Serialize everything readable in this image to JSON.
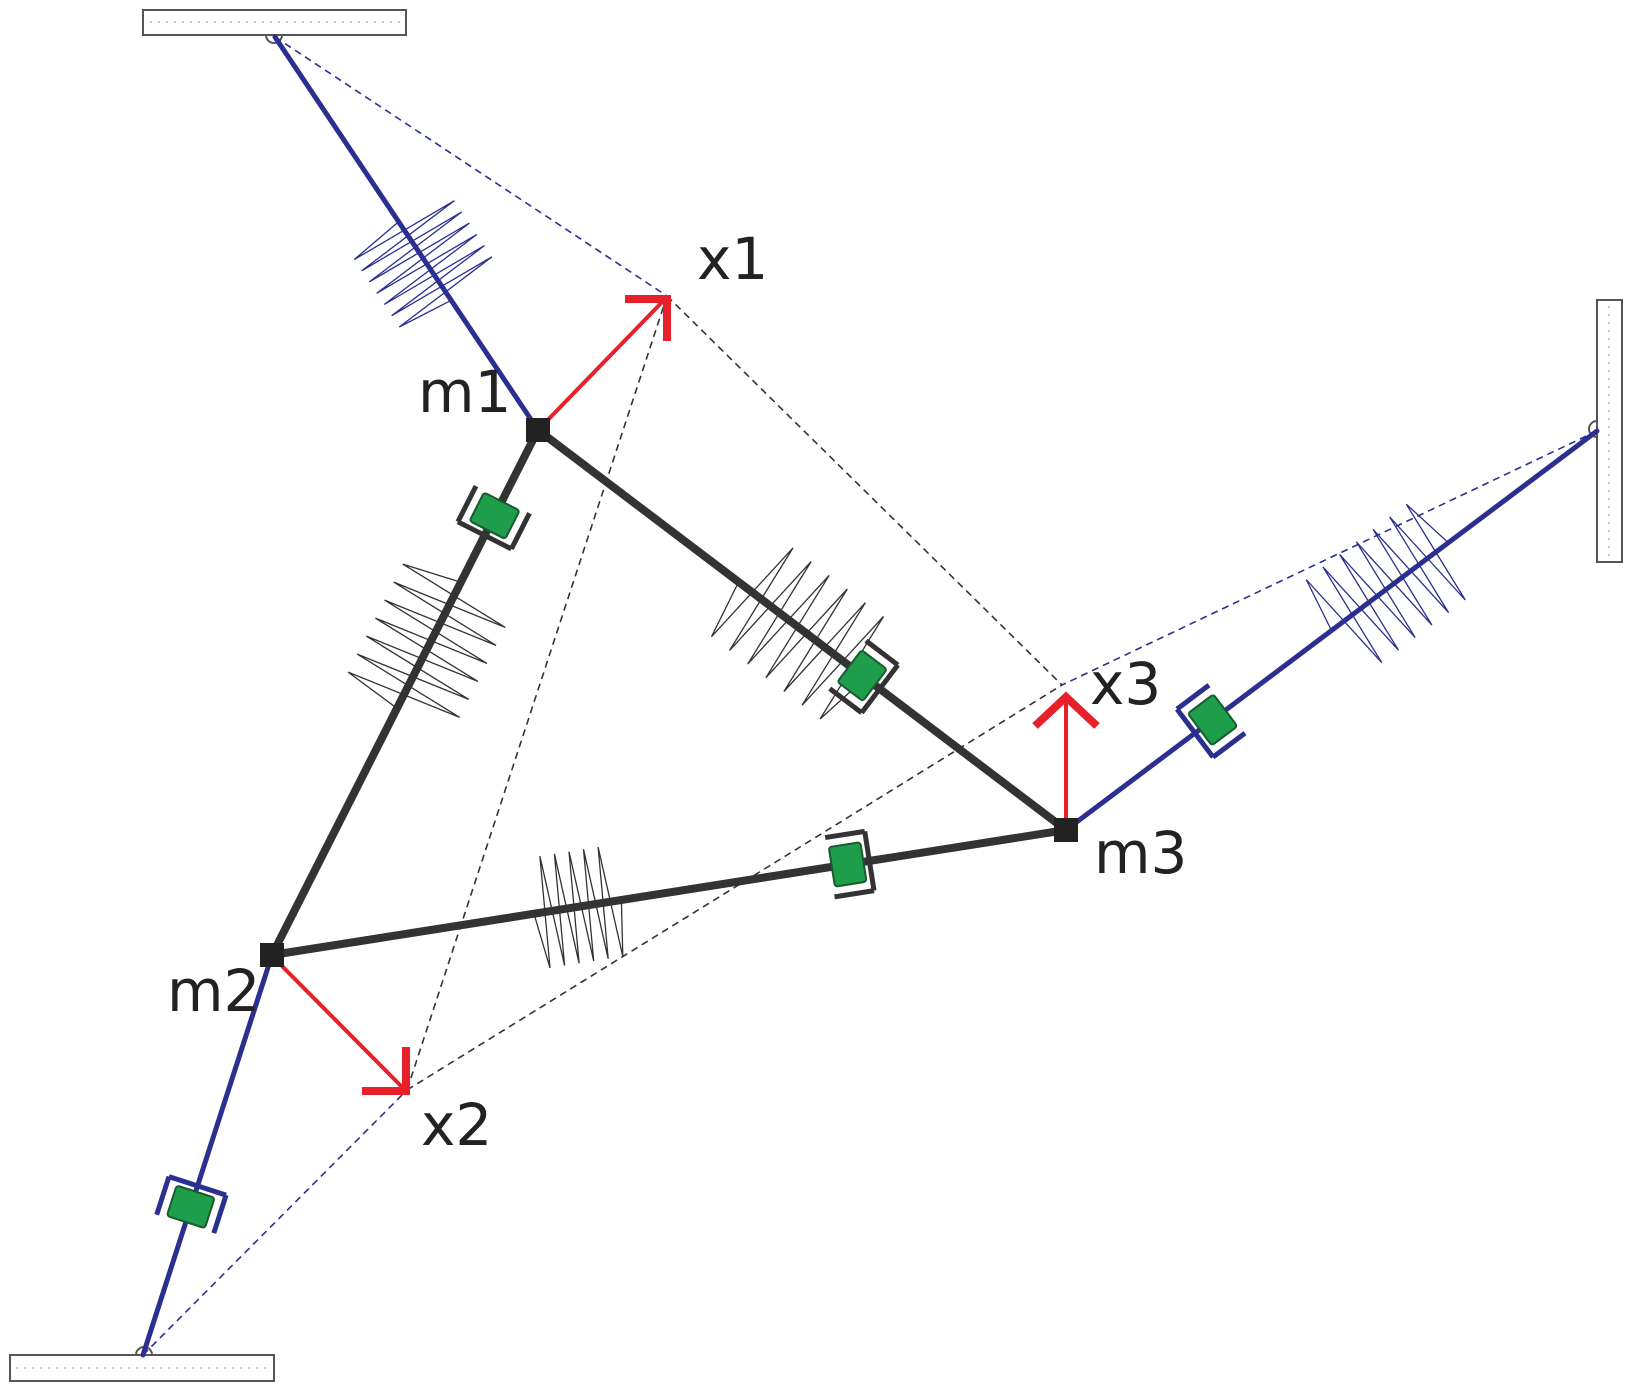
{
  "labels": {
    "m1": "m1",
    "m2": "m2",
    "m3": "m3",
    "x1": "x1",
    "x2": "x2",
    "x3": "x3"
  },
  "colors": {
    "internal_link": "#333333",
    "ground_link": "#2b2f8f",
    "displacement_arrow": "#e8202a",
    "damper": "#1e9e4a",
    "guide_line": "#333333",
    "ground_guide_line": "#2b2f8f",
    "ground_plate": "#555555"
  }
}
